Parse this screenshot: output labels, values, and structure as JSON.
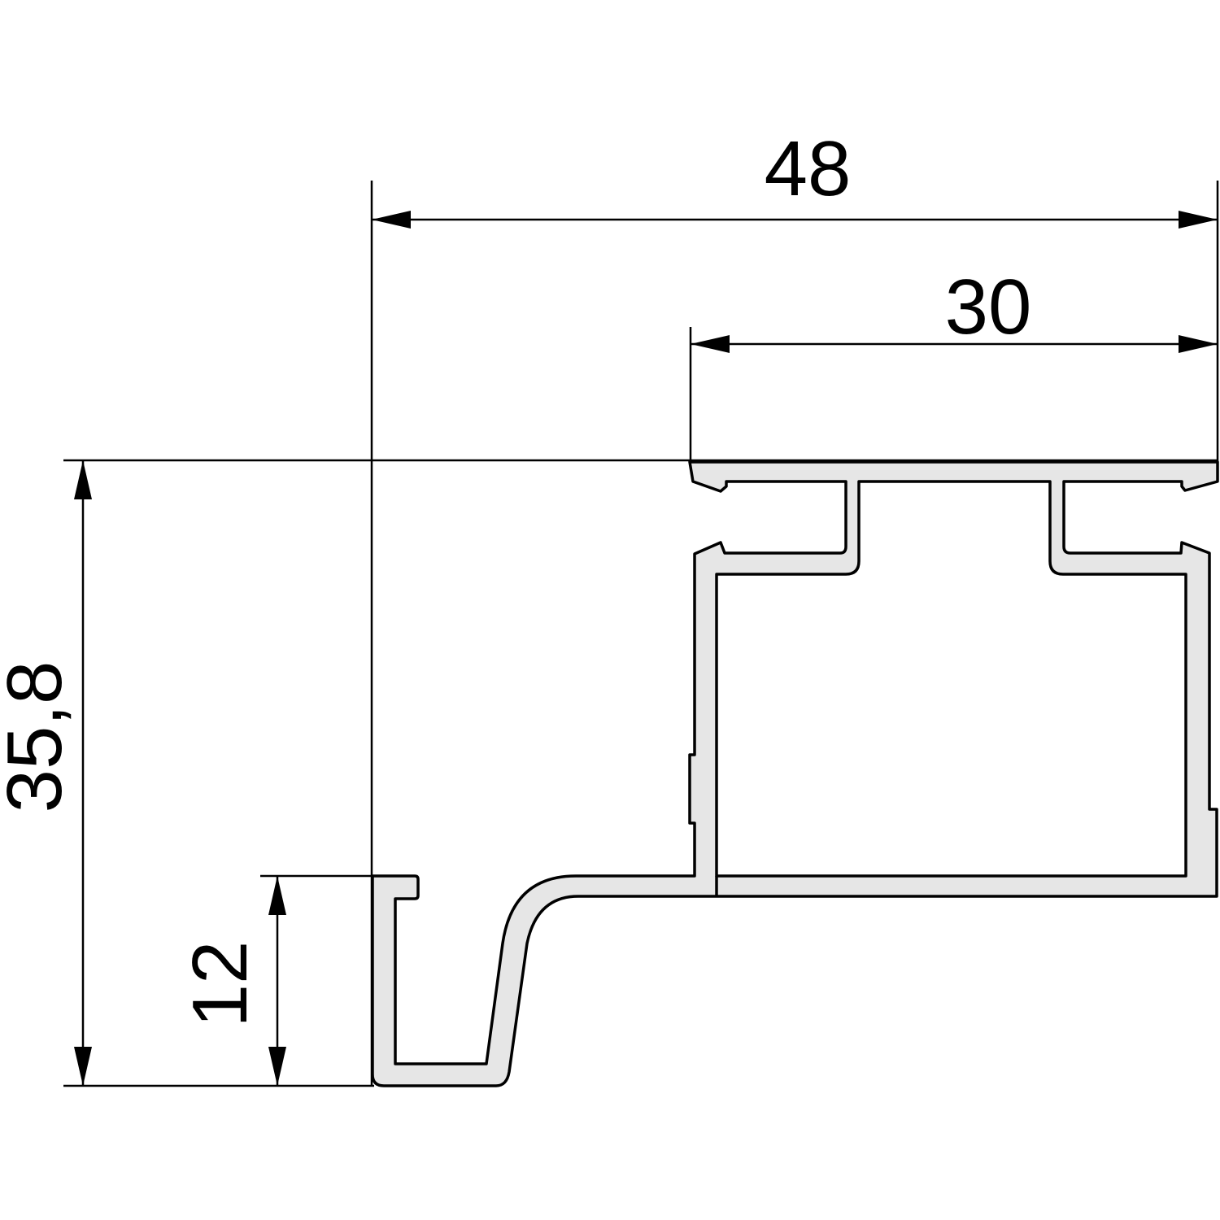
{
  "drawing": {
    "dimensions": {
      "overall_width": "48",
      "top_width": "30",
      "overall_height": "35,8",
      "lower_height": "12"
    },
    "colors": {
      "profile_fill": "#e6e6e6",
      "line": "#000000",
      "background": "#ffffff"
    }
  }
}
